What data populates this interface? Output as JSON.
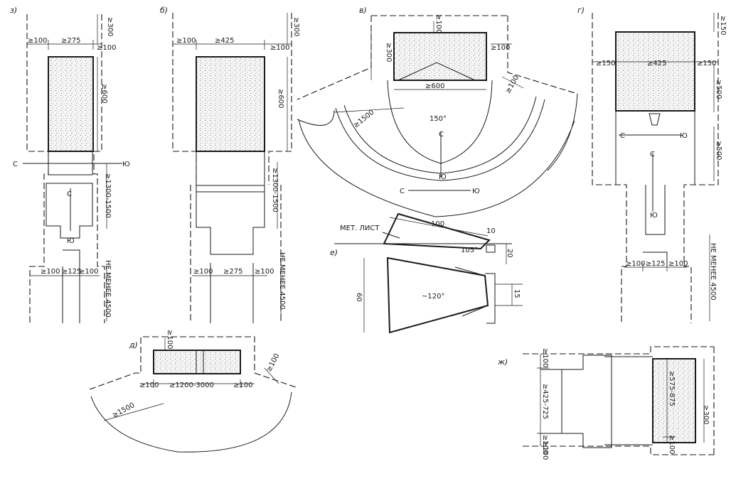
{
  "colors": {
    "ink": "#1a1a1a",
    "paper": "#ffffff"
  },
  "panel_z": {
    "label": "з)",
    "d_100a": "≥100",
    "d_275": "≥275",
    "d_100b": "≥100",
    "d_300": "≥300",
    "d_600": "≥600",
    "d_1300": "≥1300-1500",
    "d_4500": "НЕ МЕНЕЕ 4500",
    "d_100c": "≥100",
    "d_125": "≥125",
    "d_100d": "≥100",
    "c": "С",
    "yu": "Ю",
    "c2": "С",
    "yu2": "Ю"
  },
  "panel_b": {
    "label": "б)",
    "d_100a": "≥100",
    "d_425": "≥425",
    "d_100b": "≥100",
    "d_300": "≥300",
    "d_600": "≥600",
    "d_1300": "≥1300-1500",
    "d_4500": "НЕ МЕНЕЕ 4500",
    "d_100c": "≥100",
    "d_275": "≥275",
    "d_100d": "≥100"
  },
  "panel_v": {
    "label": "в)",
    "d_100a": "≥100",
    "d_300": "≥300",
    "d_100b": "≥100",
    "d_600": "≥600",
    "d_100c": "≥100",
    "d_1500": "≥1500",
    "angle": "150°",
    "c": "С",
    "yu": "Ю",
    "c2": "С",
    "yu2": "Ю"
  },
  "panel_g": {
    "label": "г)",
    "d_150a": "≥150",
    "d_150b": "≥150",
    "d_425": "≥425",
    "d_150c": "≥150",
    "d_500a": "≥500",
    "d_500b": "≥500",
    "d_4500": "НЕ МЕНЕЕ 4500",
    "d_100a": "≥100",
    "d_125": "≥125",
    "d_100b": "≥100",
    "c": "С",
    "yu": "Ю",
    "c2": "С",
    "yu2": "Ю"
  },
  "panel_e": {
    "label": "е)",
    "met_list": "МЕТ. ЛИСТ",
    "d_100": "100",
    "d_10": "10",
    "d_20": "20",
    "d_60": "60",
    "d_15": "15",
    "a_105": "105°",
    "a_120": "~120°"
  },
  "panel_d": {
    "label": "д)",
    "d_100a": "≥100",
    "d_100b": "≥100",
    "d_1200": "≥1200-3000",
    "d_100c": "≥100",
    "d_1500": "≥1500",
    "d_100d": "≥100"
  },
  "panel_zh": {
    "label": "ж)",
    "d_100a": "≥100",
    "d_425": "≥425-725",
    "d_100b": "≥100",
    "d_575": "≥575-875",
    "d_300": "≥300",
    "d_100c": "≥100",
    "d_100d": "≥100"
  }
}
